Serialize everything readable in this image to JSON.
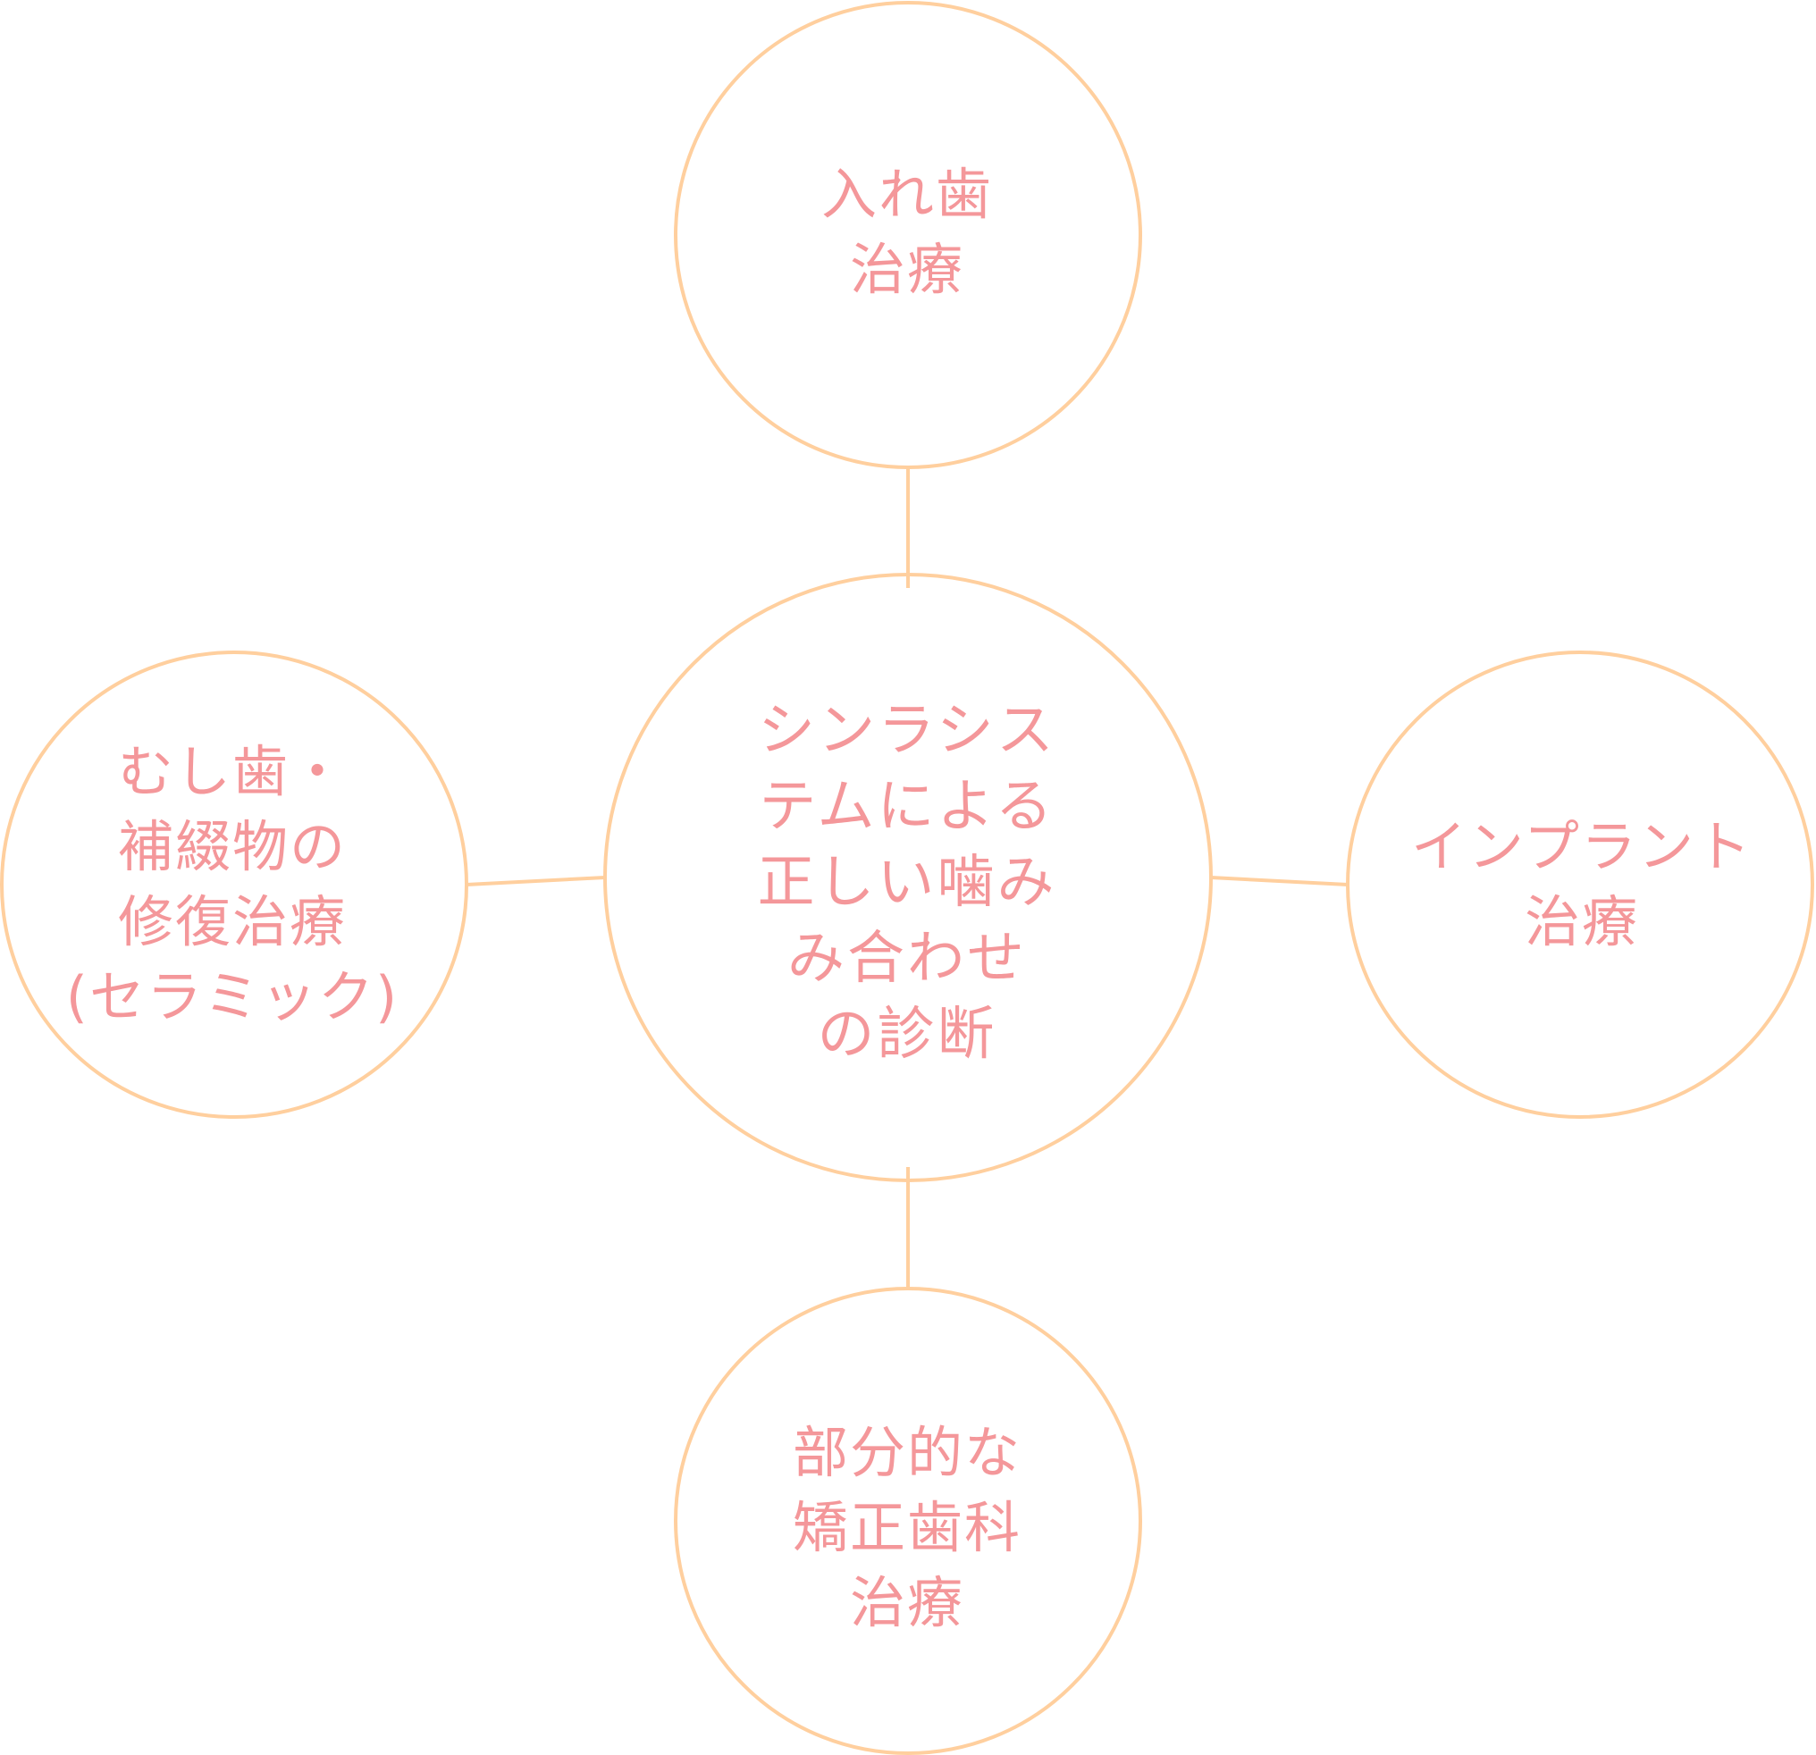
{
  "colors": {
    "circle_stroke": "#FFCF9E",
    "connector": "#FFCF9E",
    "text": "#F4979A",
    "background": "#FFFFFF"
  },
  "center": {
    "lines": [
      "シンラシス",
      "テムによる",
      "正しい噛み",
      "み合わせ",
      "の診断"
    ]
  },
  "top": {
    "lines": [
      "入れ歯",
      "治療"
    ]
  },
  "left": {
    "lines": [
      "むし歯・",
      "補綴物の",
      "修復治療",
      "(セラミック)"
    ]
  },
  "right": {
    "lines": [
      "インプラント",
      "治療"
    ]
  },
  "bottom": {
    "lines": [
      "部分的な",
      "矯正歯科",
      "治療"
    ]
  }
}
